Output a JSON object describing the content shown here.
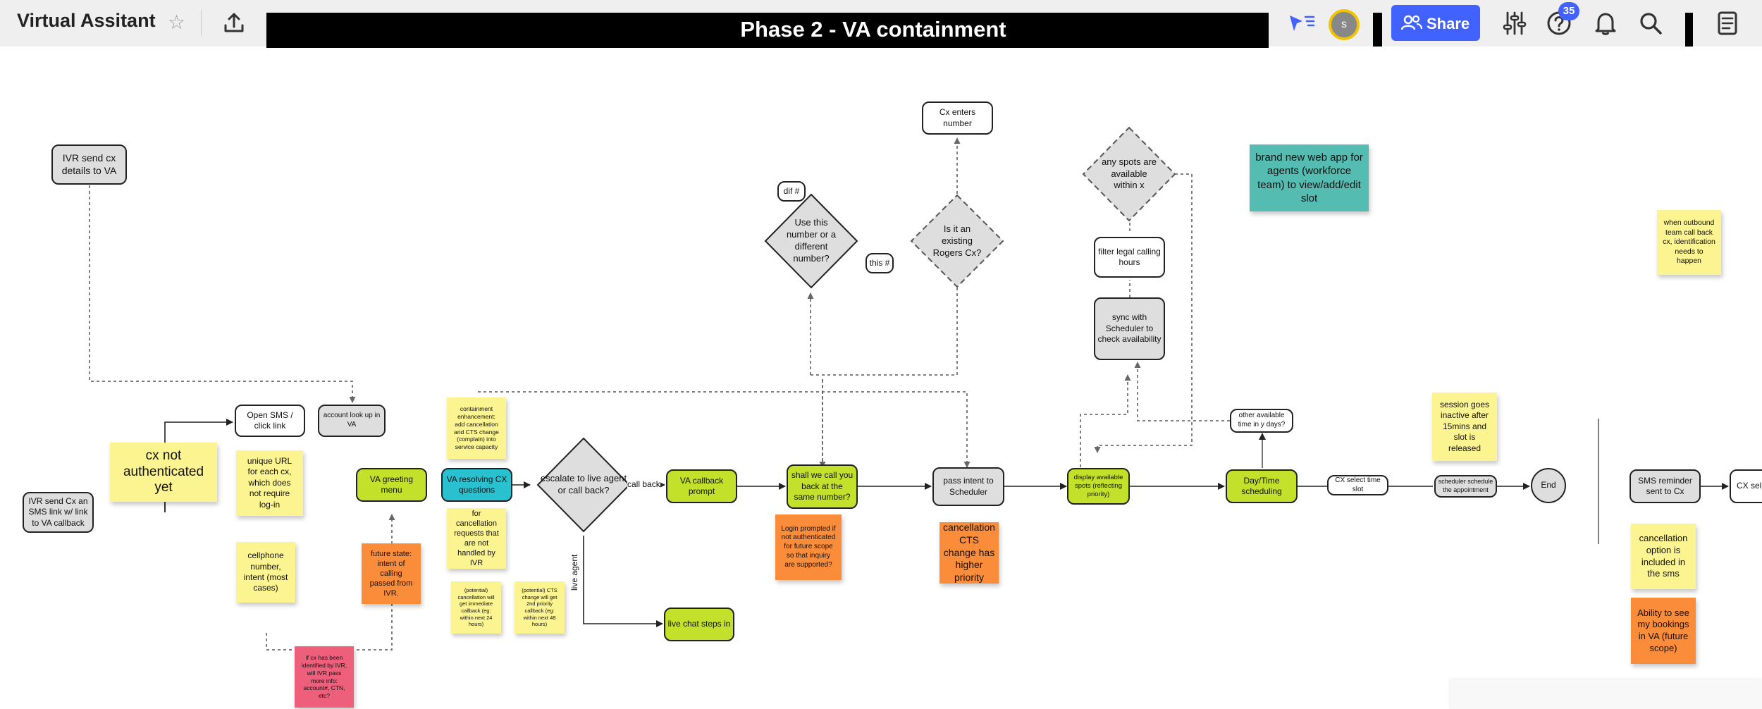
{
  "toolbar": {
    "board_title": "Virtual Assitant",
    "star_icon": "star-icon",
    "upload_icon": "upload-icon",
    "frame_title": "Phase 2 - VA containment",
    "cursor_icon": "cursor-arrow-icon",
    "avatar_initial": "s",
    "share_label": "Share",
    "help_badge": "35",
    "icons": [
      "sliders-icon",
      "help-icon",
      "bell-icon",
      "search-icon",
      "notes-icon"
    ],
    "colors": {
      "share": "#4262ff",
      "frame": "#000000",
      "avatar_ring": "#f2c300"
    }
  },
  "diagram": {
    "nodes": {
      "ivr_send_details": "IVR send cx details to VA",
      "ivr_send_sms": "IVR send Cx an SMS link w/ link to VA callback",
      "open_sms": "Open SMS / click link",
      "account_lookup": "account look up in VA",
      "va_greeting": "VA greeting menu",
      "va_resolving": "VA resolving CX questions",
      "escalate": "escalate to live agent or call back?",
      "va_callback_prompt": "VA callback prompt",
      "live_chat": "live chat steps in",
      "same_number": "shall we call you back at the same number?",
      "use_number": "Use this number or a different number?",
      "existing_cx": "Is it an existing Rogers Cx?",
      "cx_enters_number": "Cx enters number",
      "pass_intent": "pass intent to Scheduler",
      "display_spots": "display available spots (reflecting priority)",
      "sync_scheduler": "sync with Scheduler to check availability",
      "filter_hours": "filter legal calling hours",
      "any_spots": "any spots are available within x",
      "other_time": "other available time in y days?",
      "day_time": "Day/Time scheduling",
      "select_slot": "CX select time slot",
      "scheduler_schedule": "scheduler schedule the appointment",
      "end": "End",
      "sms_reminder": "SMS reminder sent to Cx",
      "cx_select_cut": "CX sele"
    },
    "labels": {
      "dif": "dif #",
      "this": "this #",
      "call_back": "call back",
      "live_agent": "live agent"
    },
    "stickies": {
      "not_authenticated": "cx not authenticated yet",
      "unique_url": "unique URL for each cx, which does not require log-in",
      "cellphone": "cellphone number, intent (most cases)",
      "future_state": "future state: intent of calling passed from IVR.",
      "if_cx_identified": "if cx has been identified by IVR, will IVR pass more info: account#, CTN, etc?",
      "containment": "containment enhancement: add cancellation and CTS change (complain) into service capacity",
      "for_cancellation": "for cancellation requests that are not handled by IVR",
      "potential_cancel": "(potential) cancellation will get immediate callback (eg: within next 24 hours)",
      "potential_cts": "(potential) CTS change will get 2nd priority callback (eg: within next 48 hours)",
      "login_prompted": "Login prompted if not authenticated for future scope so that inquiry are supported?",
      "cancellation_cts": "cancellation CTS change has higher priority",
      "brand_new_app": "brand new web app for agents (workforce team) to view/add/edit slot",
      "session_inactive": "session goes inactive after 15mins and slot is released",
      "when_outbound": "when outbound team call back cx, identification needs to happen",
      "cancellation_sms": "cancellation option is included in the sms",
      "see_bookings": "Ability to see my bookings in VA (future scope)"
    },
    "colors": {
      "sticky_yellow": "#fbf490",
      "sticky_orange": "#fb8c3a",
      "sticky_pink": "#ee5f7c",
      "sticky_teal": "#55bcb2",
      "node_lime": "#c3e02a",
      "node_teal": "#29c1cf",
      "node_gray": "#dedede"
    }
  }
}
